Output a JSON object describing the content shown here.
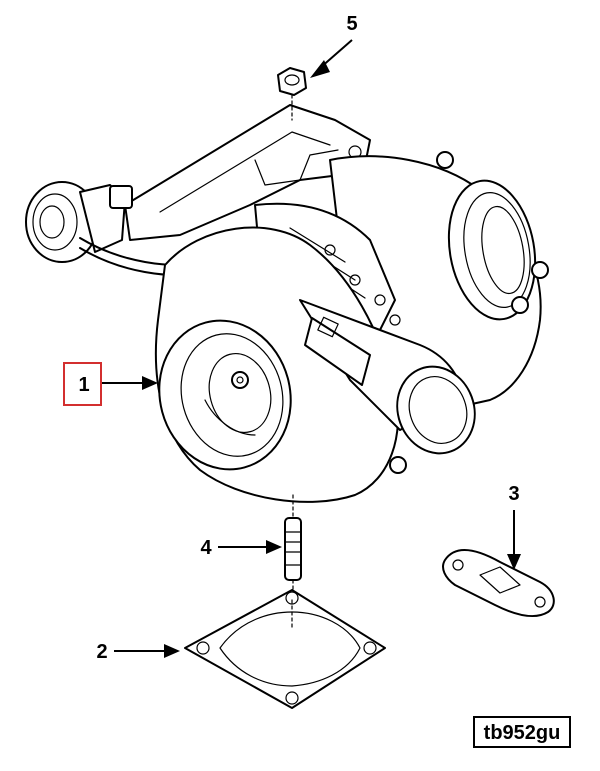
{
  "callouts": {
    "c1": "1",
    "c2": "2",
    "c3": "3",
    "c4": "4",
    "c5": "5"
  },
  "highlight_color": "#d32f2f",
  "reference": "tb952gu"
}
